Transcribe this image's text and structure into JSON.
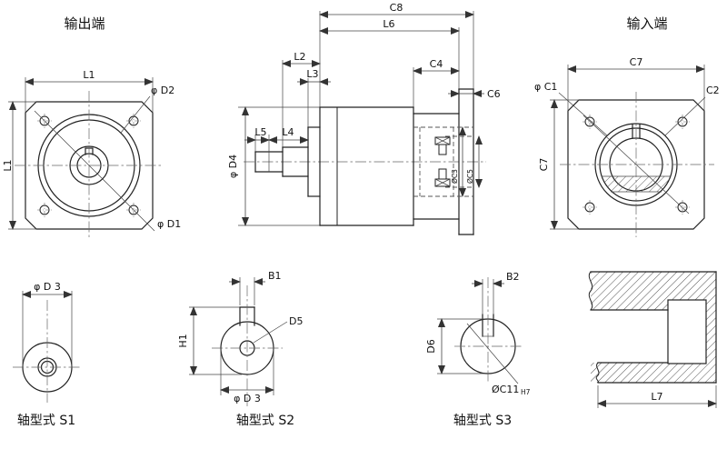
{
  "drawing": {
    "headings": {
      "output_end": "输出端",
      "input_end": "输入端"
    },
    "shaft_labels": {
      "s1": "轴型式 S1",
      "s2": "轴型式 S2",
      "s3": "轴型式 S3"
    },
    "dims": {
      "L1_h": "L1",
      "L1_v": "L1",
      "phi_D2": "φ D2",
      "phi_D1": "φ D1",
      "C8": "C8",
      "L6": "L6",
      "L2": "L2",
      "L3": "L3",
      "C4": "C4",
      "C6": "C6",
      "L5": "L5",
      "L4": "L4",
      "phi_D4": "φ D4",
      "phi_C3": "ØC3",
      "phi_C5": "ØC5",
      "C7_h": "C7",
      "C7_v": "C7",
      "phi_C1": "φ C1",
      "C2": "C2",
      "phi_D3_s1": "φ D 3",
      "B1": "B1",
      "D5": "D5",
      "H1": "H1",
      "phi_D3_s2": "φ D 3",
      "B2": "B2",
      "D6": "D6",
      "phi_C11": "ØC11",
      "phi_C11_tol": "H7",
      "L7": "L7"
    },
    "colors": {
      "line": "#222222",
      "dim": "#444444",
      "background": "#ffffff"
    }
  }
}
